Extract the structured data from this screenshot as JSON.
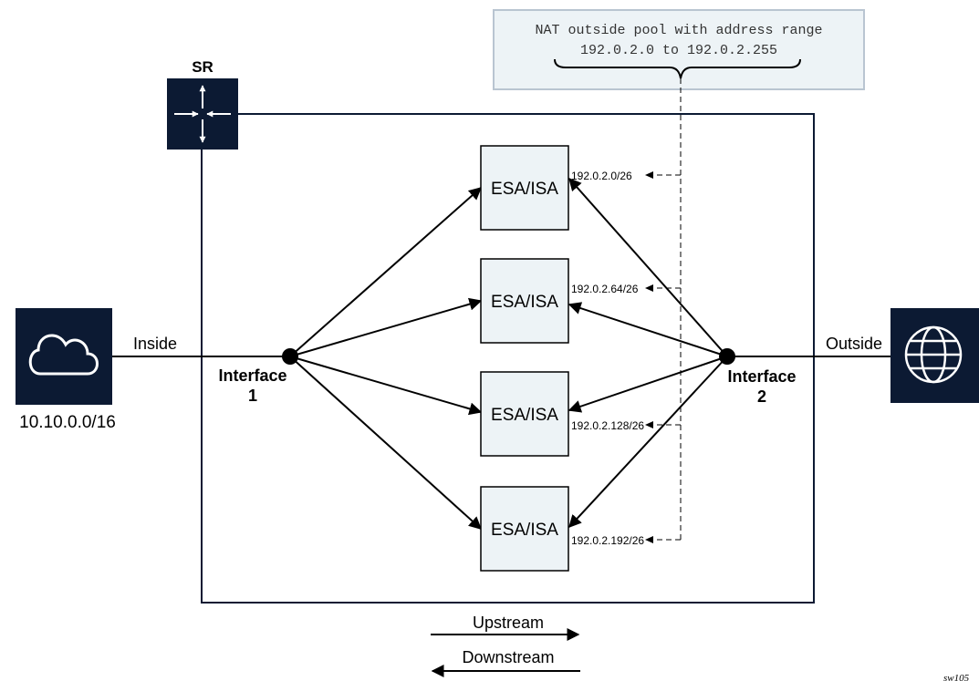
{
  "callout": {
    "line1": "NAT outside pool with address range",
    "line2": "192.0.2.0 to 192.0.2.255"
  },
  "router": {
    "label": "SR"
  },
  "esa_modules": [
    "ESA/ISA",
    "ESA/ISA",
    "ESA/ISA",
    "ESA/ISA"
  ],
  "subnets": [
    "192.0.2.0/26",
    "192.0.2.64/26",
    "192.0.2.128/26",
    "192.0.2.192/26"
  ],
  "inside": {
    "link_label": "Inside",
    "network": "10.10.0.0/16"
  },
  "outside": {
    "link_label": "Outside"
  },
  "interface1": {
    "line1": "Interface",
    "line2": "1"
  },
  "interface2": {
    "line1": "Interface",
    "line2": "2"
  },
  "legend": {
    "upstream": "Upstream",
    "downstream": "Downstream"
  },
  "figure_id": "sw105",
  "colors": {
    "navy": "#0c1a33",
    "module_fill": "#edf3f6",
    "callout_border": "#b9c5d1"
  }
}
